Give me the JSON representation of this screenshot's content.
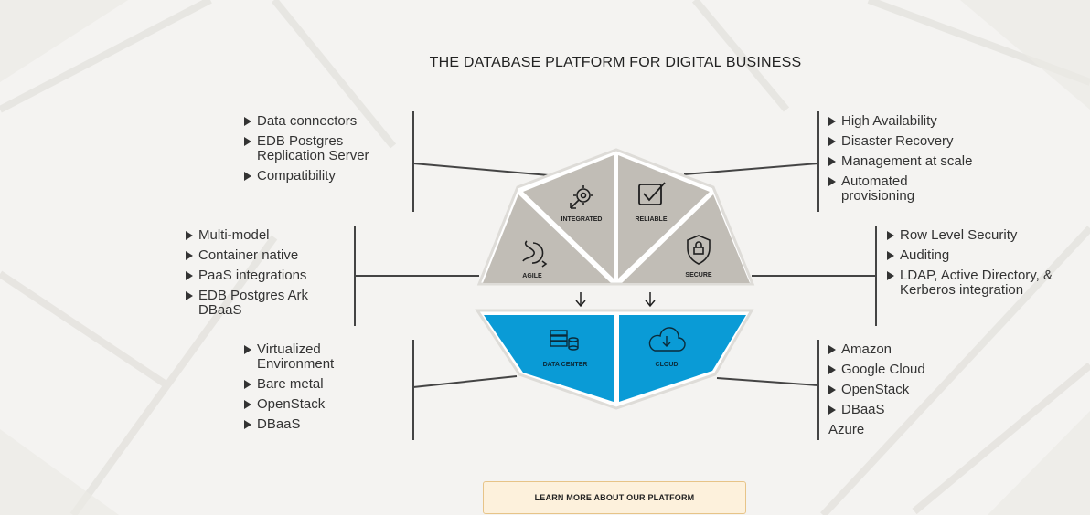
{
  "title": "THE DATABASE PLATFORM FOR DIGITAL BUSINESS",
  "colors": {
    "grey_panel": "#c1bdb6",
    "blue_panel": "#0a9bd6",
    "button_bg": "#fdf1dc",
    "button_border": "#e7c488"
  },
  "segments": {
    "integrated": {
      "label": "INTEGRATED",
      "icon": "gear-arrow-icon"
    },
    "reliable": {
      "label": "RELIABLE",
      "icon": "checkbox-icon"
    },
    "agile": {
      "label": "AGILE",
      "icon": "route-arrow-icon"
    },
    "secure": {
      "label": "SECURE",
      "icon": "shield-lock-icon"
    },
    "data_center": {
      "label": "DATA CENTER",
      "icon": "server-database-icon"
    },
    "cloud": {
      "label": "CLOUD",
      "icon": "cloud-download-icon"
    }
  },
  "lists": {
    "integrated": [
      "Data connectors",
      "EDB Postgres Replication Server",
      "Compatibility"
    ],
    "reliable": [
      "High Availability",
      "Disaster Recovery",
      "Management at scale",
      "Automated provisioning"
    ],
    "agile": [
      "Multi-model",
      "Container native",
      "PaaS integrations",
      "EDB Postgres Ark DBaaS"
    ],
    "secure": [
      "Row Level Security",
      "Auditing",
      "LDAP, Active Directory, & Kerberos integration"
    ],
    "data_center": [
      "Virtualized Environment",
      "Bare metal",
      "OpenStack",
      "DBaaS"
    ],
    "cloud": [
      "Amazon",
      "Google Cloud",
      "OpenStack",
      "DBaaS"
    ],
    "cloud_extra": "Azure"
  },
  "cta": {
    "label": "LEARN MORE ABOUT OUR PLATFORM"
  }
}
